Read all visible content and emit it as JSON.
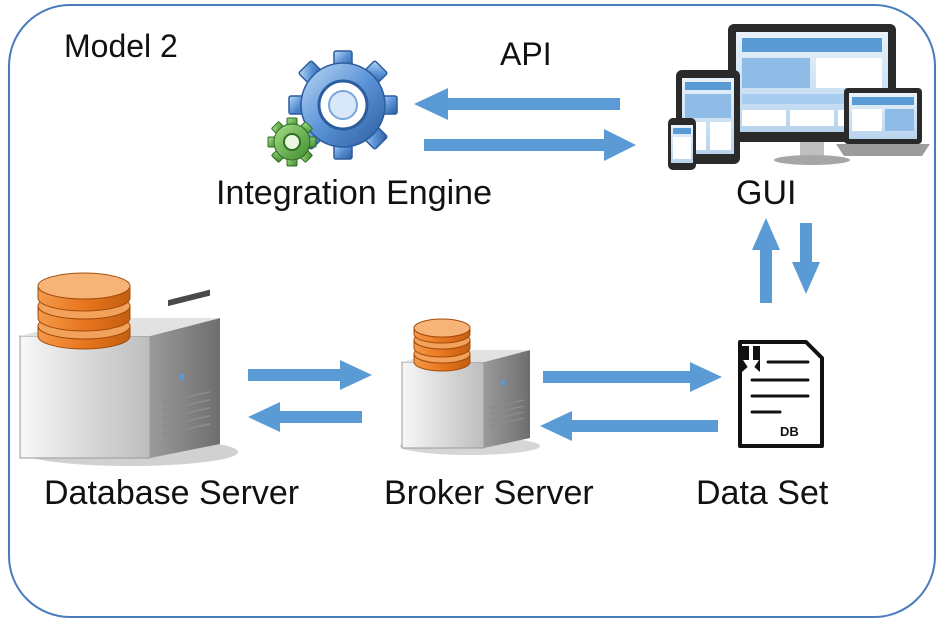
{
  "model_label": "Model 2",
  "api_label": "API",
  "nodes": {
    "integration_engine": "Integration Engine",
    "gui": "GUI",
    "database_server": "Database Server",
    "broker_server": "Broker Server",
    "data_set": "Data Set",
    "data_set_badge": "DB"
  },
  "colors": {
    "arrow": "#5b9bd5",
    "frame": "#4a7bbd",
    "db_orange": "#e8761e",
    "server_body": "#d9d9d9"
  },
  "icons": [
    "gear-icon",
    "devices-icon",
    "database-server-icon",
    "broker-server-icon",
    "document-db-icon"
  ]
}
